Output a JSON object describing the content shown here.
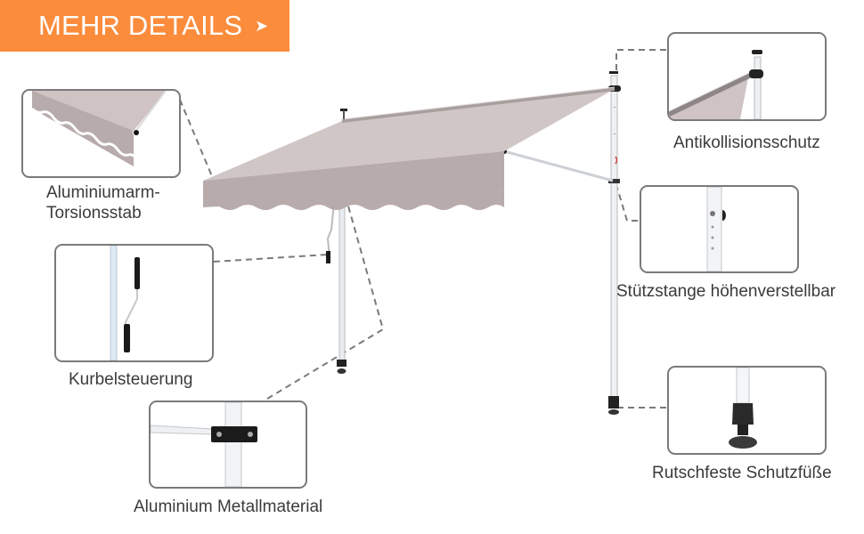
{
  "banner": {
    "label": "MEHR DETAILS",
    "arrow": "➤",
    "color": "#fb8c3c"
  },
  "product": {
    "name": "awning",
    "fabric_color": "#cfc3c3"
  },
  "callouts": [
    {
      "id": "torsion",
      "label_line1": "Aluminiumarm-",
      "label_line2": "Torsionsstab"
    },
    {
      "id": "crank",
      "label": "Kurbelsteuerung"
    },
    {
      "id": "material",
      "label": "Aluminium Metallmaterial"
    },
    {
      "id": "anticollision",
      "label": "Antikollisionsschutz"
    },
    {
      "id": "pole",
      "label": "Stützstange höhenverstellbar"
    },
    {
      "id": "feet",
      "label": "Rutschfeste Schutzfüße"
    }
  ]
}
